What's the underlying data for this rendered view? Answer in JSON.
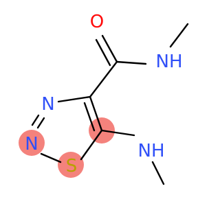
{
  "molecule": {
    "atoms": {
      "o_carbonyl": {
        "label": "O",
        "color": "#ff0d0d"
      },
      "n_amide": {
        "label": "NH",
        "color": "#3050f8"
      },
      "n_ring_3": {
        "label": "N",
        "color": "#3050f8"
      },
      "n_ring_2": {
        "label": "N",
        "color": "#3050f8"
      },
      "s_ring": {
        "label": "S",
        "color": "#b8a000"
      },
      "n_amine": {
        "label": "NH",
        "color": "#3050f8"
      }
    },
    "colors": {
      "bond": "#000000",
      "highlight": "#f4827c"
    }
  }
}
